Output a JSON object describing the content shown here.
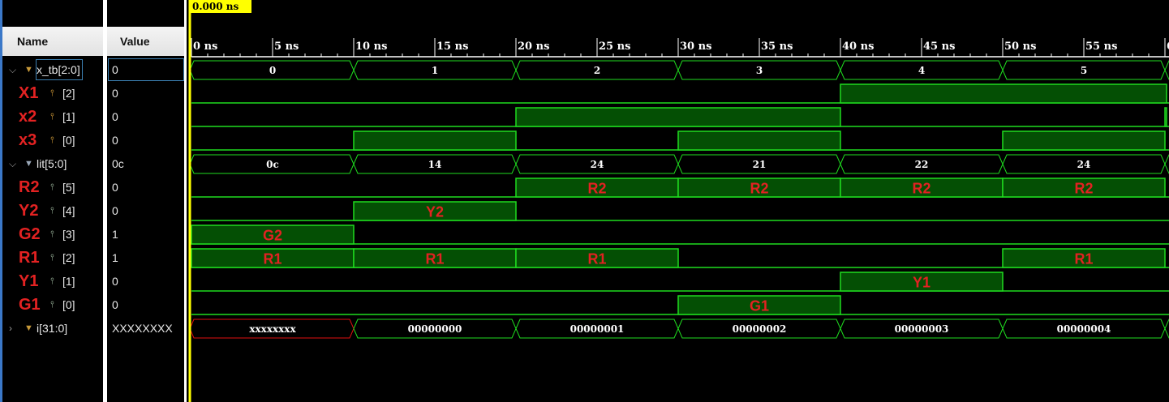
{
  "columns": {
    "name": "Name",
    "value": "Value"
  },
  "cursor": {
    "label": "0.000 ns",
    "time_ns": 0
  },
  "timeline": {
    "ticks": [
      "0 ns",
      "5 ns",
      "10 ns",
      "15 ns",
      "20 ns",
      "25 ns",
      "30 ns",
      "35 ns",
      "40 ns",
      "45 ns",
      "50 ns",
      "55 ns",
      "6"
    ]
  },
  "signals": [
    {
      "alias": "",
      "name": "x_tb[2:0]",
      "value": "0",
      "kind": "bus",
      "expand": "expanded",
      "icon": "bus-input-icon",
      "selected": true,
      "segments": [
        {
          "t0": -1,
          "t1": 10,
          "v": "0"
        },
        {
          "t0": 10,
          "t1": 20,
          "v": "1"
        },
        {
          "t0": 20,
          "t1": 30,
          "v": "2"
        },
        {
          "t0": 30,
          "t1": 40,
          "v": "3"
        },
        {
          "t0": 40,
          "t1": 50,
          "v": "4"
        },
        {
          "t0": 50,
          "t1": 60,
          "v": "5"
        },
        {
          "t0": 60,
          "t1": 61,
          "v": ""
        }
      ]
    },
    {
      "alias": "X1",
      "name": "[2]",
      "value": "0",
      "kind": "bit",
      "icon": "input-bit-icon",
      "highs": [
        {
          "t0": 40,
          "t1": 61,
          "label": ""
        }
      ]
    },
    {
      "alias": "x2",
      "name": "[1]",
      "value": "0",
      "kind": "bit",
      "icon": "input-bit-icon",
      "highs": [
        {
          "t0": 20,
          "t1": 40,
          "label": ""
        },
        {
          "t0": 60,
          "t1": 61,
          "label": ""
        }
      ]
    },
    {
      "alias": "x3",
      "name": "[0]",
      "value": "0",
      "kind": "bit",
      "icon": "input-bit-icon",
      "highs": [
        {
          "t0": 10,
          "t1": 20,
          "label": ""
        },
        {
          "t0": 30,
          "t1": 40,
          "label": ""
        },
        {
          "t0": 50,
          "t1": 60,
          "label": ""
        }
      ]
    },
    {
      "alias": "",
      "name": "lit[5:0]",
      "value": "0c",
      "kind": "bus",
      "expand": "expanded",
      "icon": "bus-output-icon",
      "segments": [
        {
          "t0": -1,
          "t1": 10,
          "v": "0c"
        },
        {
          "t0": 10,
          "t1": 20,
          "v": "14"
        },
        {
          "t0": 20,
          "t1": 30,
          "v": "24"
        },
        {
          "t0": 30,
          "t1": 40,
          "v": "21"
        },
        {
          "t0": 40,
          "t1": 50,
          "v": "22"
        },
        {
          "t0": 50,
          "t1": 60,
          "v": "24"
        },
        {
          "t0": 60,
          "t1": 61,
          "v": ""
        }
      ]
    },
    {
      "alias": "R2",
      "name": "[5]",
      "value": "0",
      "kind": "bit",
      "icon": "output-bit-icon",
      "highs": [
        {
          "t0": 20,
          "t1": 30,
          "label": "R2"
        },
        {
          "t0": 30,
          "t1": 40,
          "label": "R2"
        },
        {
          "t0": 40,
          "t1": 50,
          "label": "R2"
        },
        {
          "t0": 50,
          "t1": 60,
          "label": "R2"
        }
      ]
    },
    {
      "alias": "Y2",
      "name": "[4]",
      "value": "0",
      "kind": "bit",
      "icon": "output-bit-icon",
      "highs": [
        {
          "t0": 10,
          "t1": 20,
          "label": "Y2"
        }
      ]
    },
    {
      "alias": "G2",
      "name": "[3]",
      "value": "1",
      "kind": "bit",
      "icon": "output-bit-icon",
      "highs": [
        {
          "t0": -1,
          "t1": 10,
          "label": "G2"
        }
      ]
    },
    {
      "alias": "R1",
      "name": "[2]",
      "value": "1",
      "kind": "bit",
      "icon": "output-bit-icon",
      "highs": [
        {
          "t0": -1,
          "t1": 10,
          "label": "R1"
        },
        {
          "t0": 10,
          "t1": 20,
          "label": "R1"
        },
        {
          "t0": 20,
          "t1": 30,
          "label": "R1"
        },
        {
          "t0": 50,
          "t1": 60,
          "label": "R1"
        }
      ]
    },
    {
      "alias": "Y1",
      "name": "[1]",
      "value": "0",
      "kind": "bit",
      "icon": "output-bit-icon",
      "highs": [
        {
          "t0": 40,
          "t1": 50,
          "label": "Y1"
        }
      ]
    },
    {
      "alias": "G1",
      "name": "[0]",
      "value": "0",
      "kind": "bit",
      "icon": "output-bit-icon",
      "highs": [
        {
          "t0": 30,
          "t1": 40,
          "label": "G1"
        }
      ]
    },
    {
      "alias": "",
      "name": "i[31:0]",
      "value": "XXXXXXXX",
      "kind": "bus",
      "expand": "collapsed",
      "icon": "bus-input-icon",
      "segments": [
        {
          "t0": -1,
          "t1": 10,
          "v": "xxxxxxxx",
          "unknown": true
        },
        {
          "t0": 10,
          "t1": 20,
          "v": "00000000"
        },
        {
          "t0": 20,
          "t1": 30,
          "v": "00000001"
        },
        {
          "t0": 30,
          "t1": 40,
          "v": "00000002"
        },
        {
          "t0": 40,
          "t1": 50,
          "v": "00000003"
        },
        {
          "t0": 50,
          "t1": 60,
          "v": "00000004"
        },
        {
          "t0": 60,
          "t1": 61,
          "v": ""
        }
      ]
    }
  ],
  "colors": {
    "trace": "#1fdc1f",
    "fill": "#044f04",
    "unknown": "#e01010",
    "cursor": "#ffff00",
    "alias": "#e32222"
  }
}
